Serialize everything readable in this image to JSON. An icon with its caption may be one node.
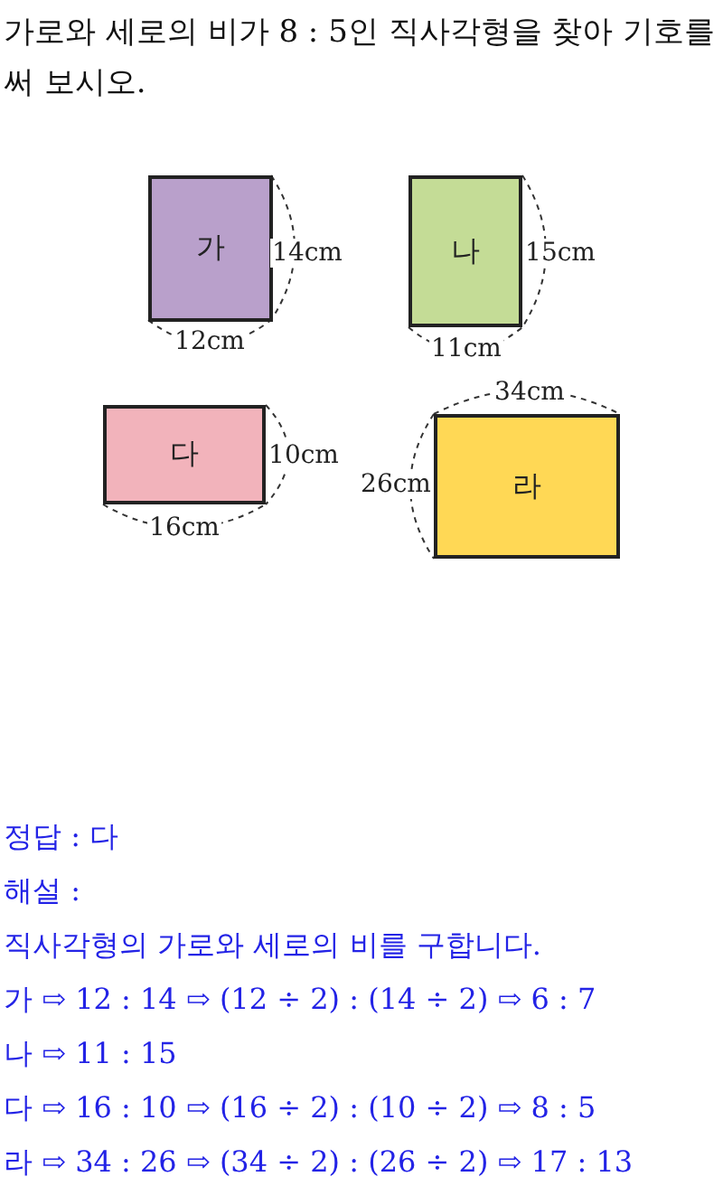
{
  "diagram": {
    "title": "가로와 세로의 비가 8 : 5인 직사각형을 찾아 기호를 써 보시오.",
    "nodes": [
      {
        "text": [
          "가"
        ],
        "beside": [
          "14cm",
          "12cm"
        ]
      },
      {
        "text": [
          "나"
        ],
        "beside": [
          "15cm",
          "11cm"
        ]
      },
      {
        "text": [
          "다"
        ],
        "beside": [
          "10cm",
          "16cm"
        ]
      },
      {
        "text": [
          "라"
        ],
        "beside": [
          "34cm",
          "26cm"
        ]
      }
    ],
    "labels": [
      "정답 : 다",
      "해설 :",
      "직사각형의 가로와 세로의 비를 구합니다.",
      "가 ⇨ 12 : 14 ⇨ (12 ÷ 2) : (14 ÷ 2) ⇨ 6 : 7",
      "나 ⇨ 11 : 15",
      "다 ⇨ 16 : 10 ⇨ (16 ÷ 2) : (10 ÷ 2) ⇨ 8 : 5",
      "라 ⇨ 34 : 26 ⇨ (34 ÷ 2) : (26 ÷ 2) ⇨ 17 : 13"
    ]
  }
}
